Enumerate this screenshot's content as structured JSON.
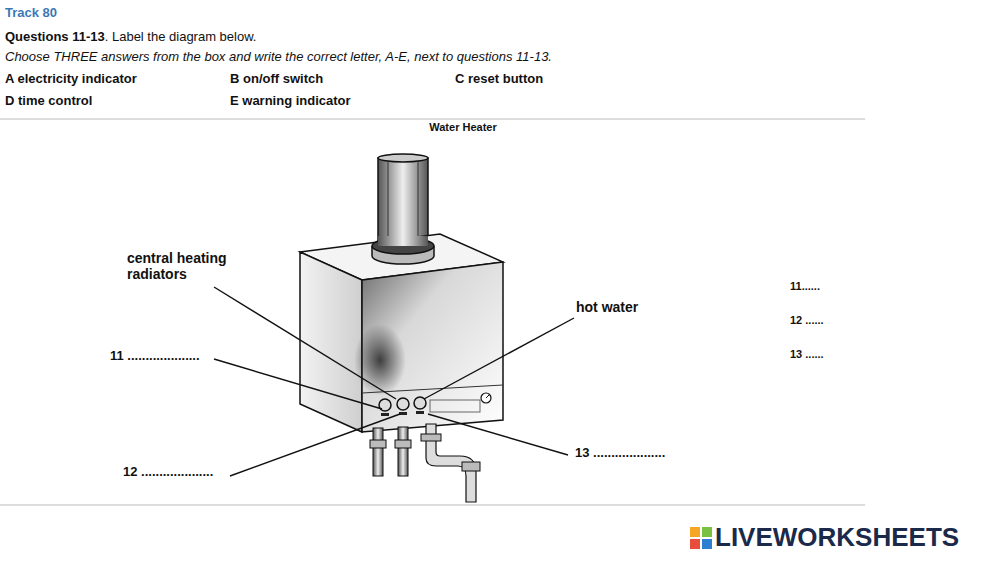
{
  "diagram": {
    "title": "Water Heater",
    "labels": [
      "Track 80",
      "Questions 11-13",
      ". Label the diagram below.",
      "Choose THREE answers from the box and write the correct letter, A-E, next to questions 11-13.",
      "A electricity indicator",
      "B on/off switch",
      "C reset button",
      "D time control",
      "E warning indicator",
      "central heating radiators",
      "hot water",
      "11 ....................",
      "12 ....................",
      "13 ....................",
      "11......",
      "12 ......",
      "13 ......",
      "LIVEWORKSHEETS"
    ]
  }
}
